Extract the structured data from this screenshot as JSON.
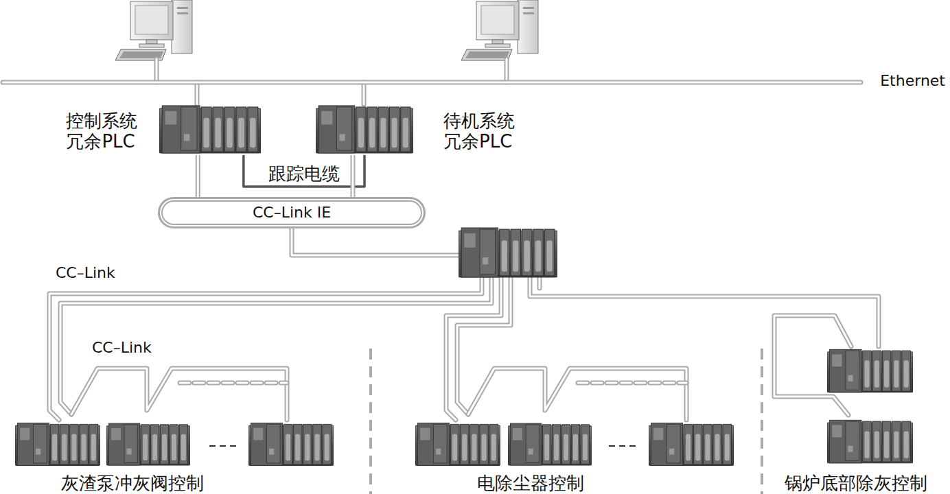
{
  "diagram": {
    "nodes": [
      {
        "text": [
          "控制系统 冗余PLC"
        ]
      },
      {
        "text": [
          "待机系统 冗余PLC"
        ]
      },
      {
        "text": [
          "CC–Link IE"
        ]
      }
    ],
    "edges": [
      {
        "from": 0,
        "to": 1,
        "arrow": "none",
        "label": "跟踪电缆"
      },
      {
        "from": 0,
        "to": 2,
        "arrow": "none"
      },
      {
        "from": 1,
        "to": 2,
        "arrow": "none"
      }
    ],
    "labels": [
      "Ethernet",
      "CC–Link",
      "CC–Link",
      "灰渣泵冲灰阀控制",
      "电除尘器控制",
      "锅炉底部除灰控制"
    ]
  }
}
